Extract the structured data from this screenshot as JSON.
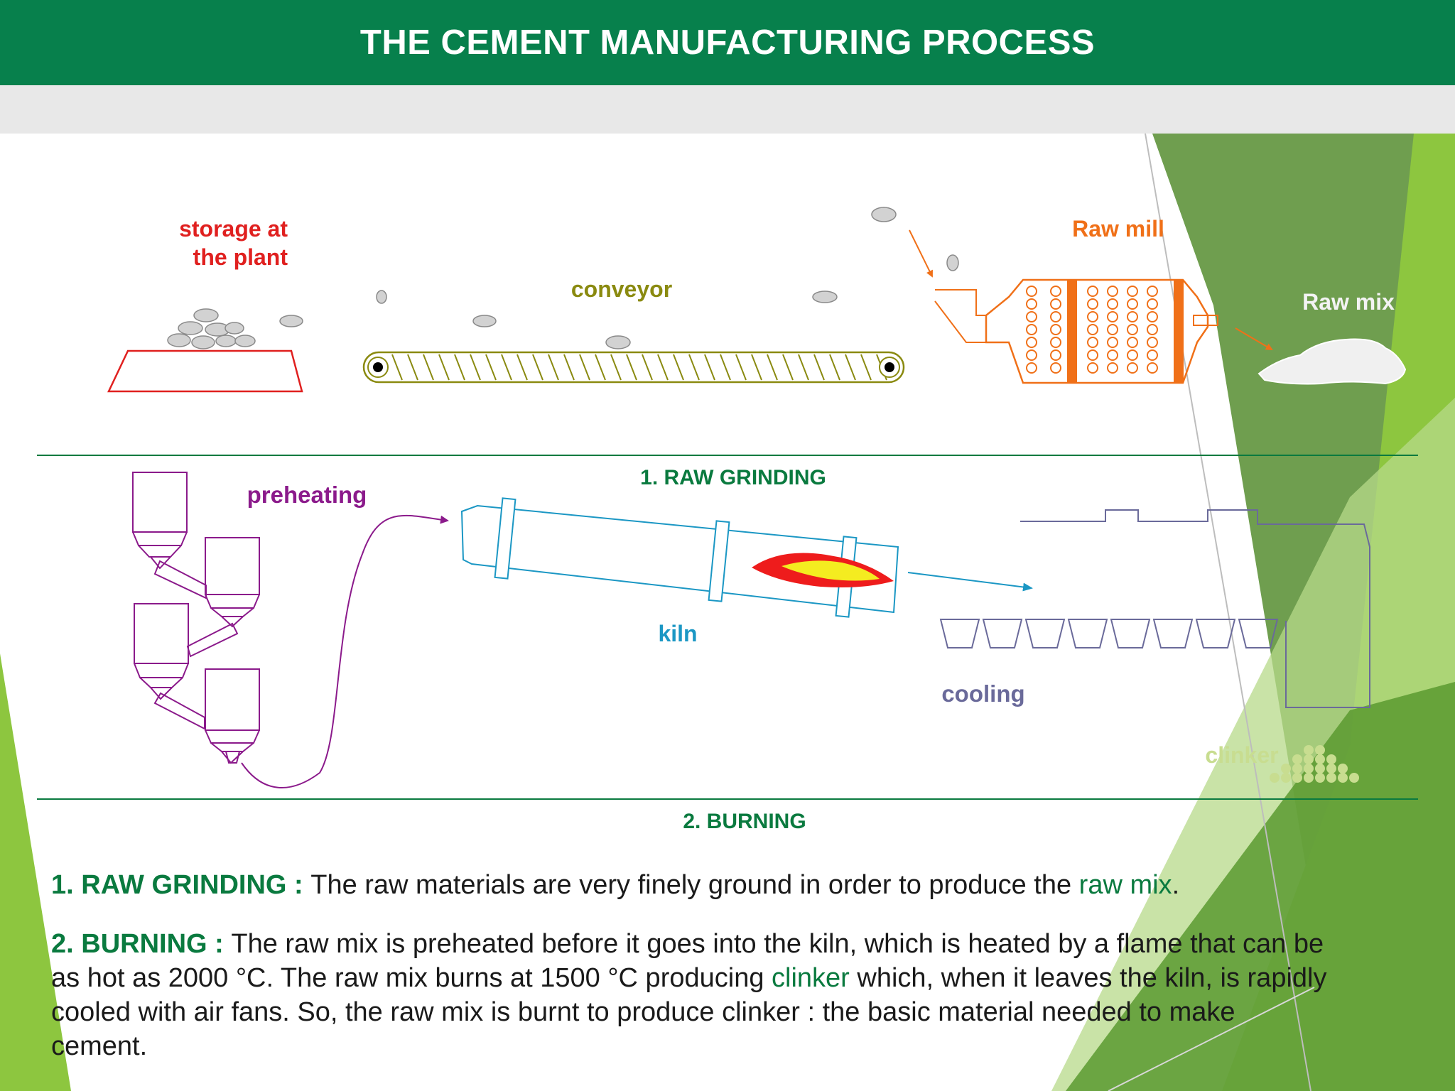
{
  "title": "THE CEMENT MANUFACTURING PROCESS",
  "colors": {
    "header": "#07804c",
    "section_text": "#0a7a3f",
    "storage": "#e0201f",
    "conveyor": "#8a8a10",
    "raw_mill": "#f07018",
    "preheating": "#8b1a8b",
    "kiln": "#1b97c4",
    "cooling": "#6a6a9a",
    "clinker": "#c8dd90",
    "flame_outer": "#ee1c1c",
    "flame_inner": "#f4ec20",
    "decor_greens": [
      "#6f9e4f",
      "#8dc63f",
      "#b7d98a",
      "#5a9a30"
    ]
  },
  "diagram": {
    "labels": {
      "storage": "storage at\nthe plant",
      "storage_line1": "storage at",
      "storage_line2": "the plant",
      "conveyor": "conveyor",
      "raw_mill": "Raw mill",
      "raw_mix": "Raw mix",
      "preheating": "preheating",
      "kiln": "kiln",
      "cooling": "cooling",
      "clinker": "clinker"
    },
    "sections": [
      "1. RAW GRINDING",
      "2. BURNING"
    ]
  },
  "description": {
    "items": [
      {
        "title": "1. RAW GRINDING : ",
        "text_before": " The raw materials are very finely ground in order to produce the ",
        "term": "raw mix",
        "text_after": "."
      },
      {
        "title": "2. BURNING : ",
        "text_before": "The raw mix is preheated before it goes into the kiln, which is heated by a flame that can be as hot as 2000 °C. The raw mix burns at 1500 °C producing  ",
        "term": "clinker",
        "text_after": " which, when it leaves the kiln, is rapidly cooled with air fans. So, the raw mix is burnt to produce clinker : the basic material needed to make cement."
      }
    ]
  }
}
